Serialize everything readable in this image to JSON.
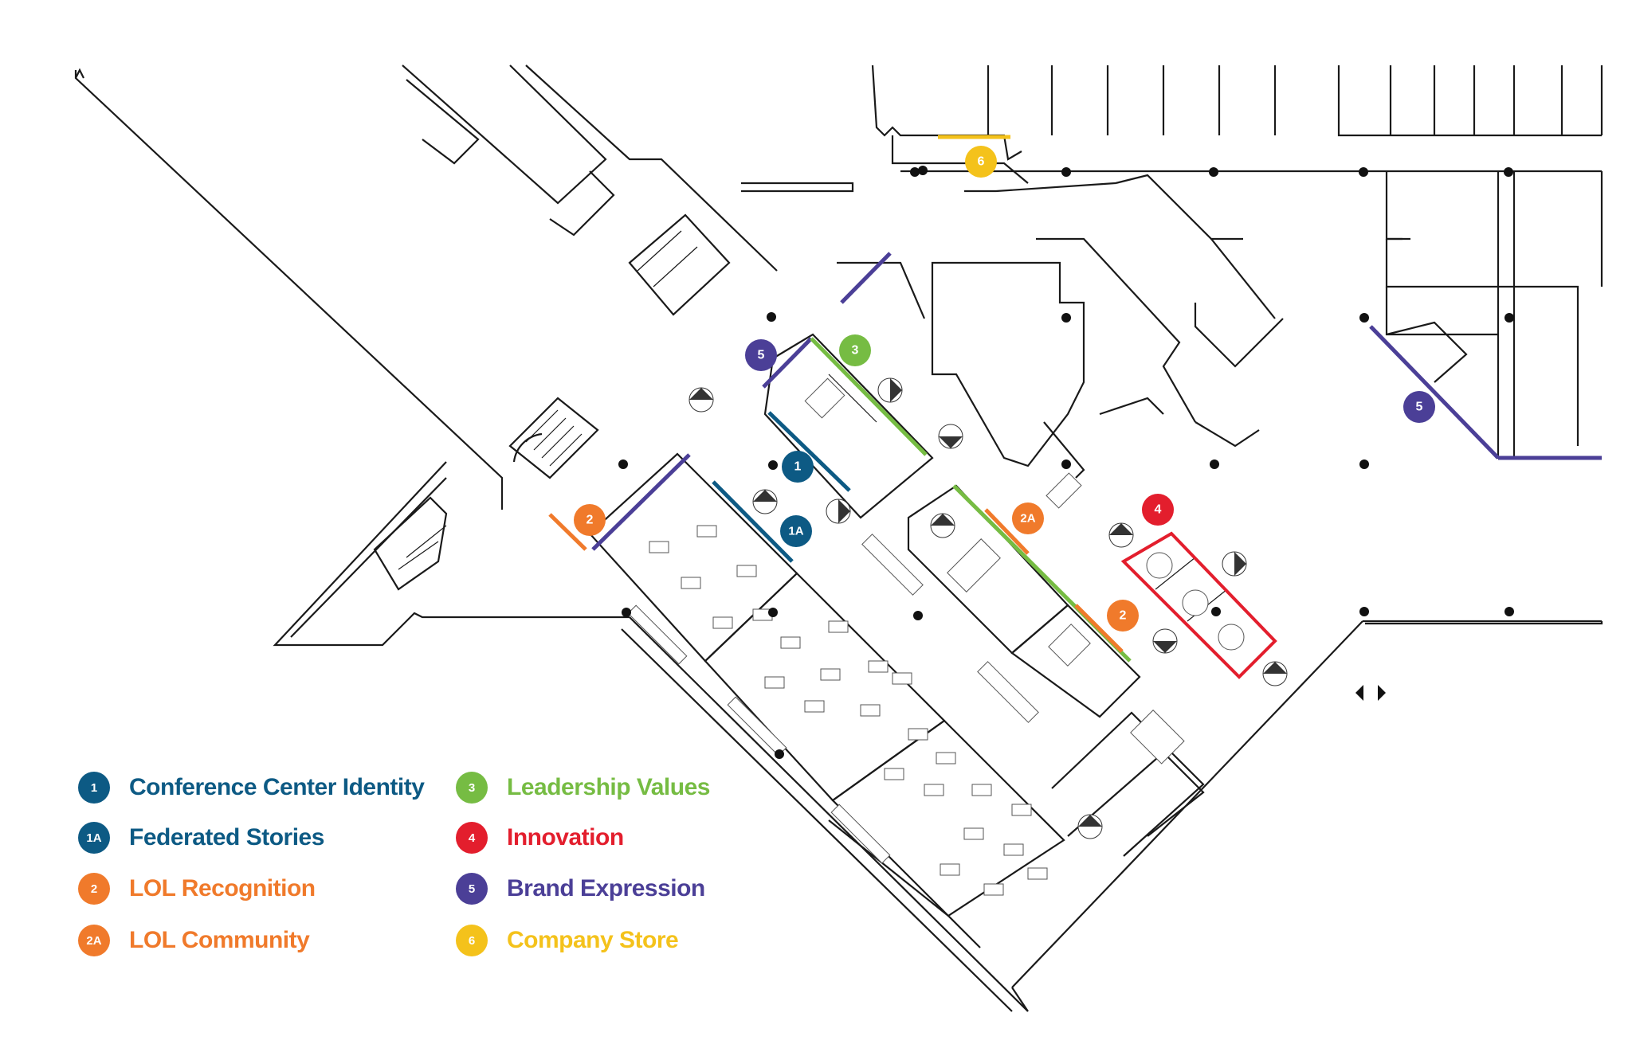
{
  "colors": {
    "blue": "#0d5a84",
    "orange": "#f07a2b",
    "green": "#76bc43",
    "red": "#e31e2d",
    "purple": "#4b3f97",
    "yellow": "#f4c21b",
    "line": "#1a1a1a"
  },
  "markers": {
    "m1": "1",
    "m1a": "1A",
    "m2": "2",
    "m2b": "2",
    "m2a": "2A",
    "m3": "3",
    "m4": "4",
    "m5": "5",
    "m5b": "5",
    "m6": "6"
  },
  "legend": [
    {
      "badge": "1",
      "label": "Conference Center Identity",
      "color": "#0d5a84"
    },
    {
      "badge": "1A",
      "label": "Federated Stories",
      "color": "#0d5a84"
    },
    {
      "badge": "2",
      "label": "LOL Recognition",
      "color": "#f07a2b"
    },
    {
      "badge": "2A",
      "label": "LOL Community",
      "color": "#f07a2b"
    },
    {
      "badge": "3",
      "label": "Leadership Values",
      "color": "#76bc43"
    },
    {
      "badge": "4",
      "label": "Innovation",
      "color": "#e31e2d"
    },
    {
      "badge": "5",
      "label": "Brand Expression",
      "color": "#4b3f97"
    },
    {
      "badge": "6",
      "label": "Company Store",
      "color": "#f4c21b"
    }
  ],
  "icons": [
    "elevation-tag-icon",
    "arrow-left-icon",
    "arrow-right-icon",
    "column-icon"
  ]
}
